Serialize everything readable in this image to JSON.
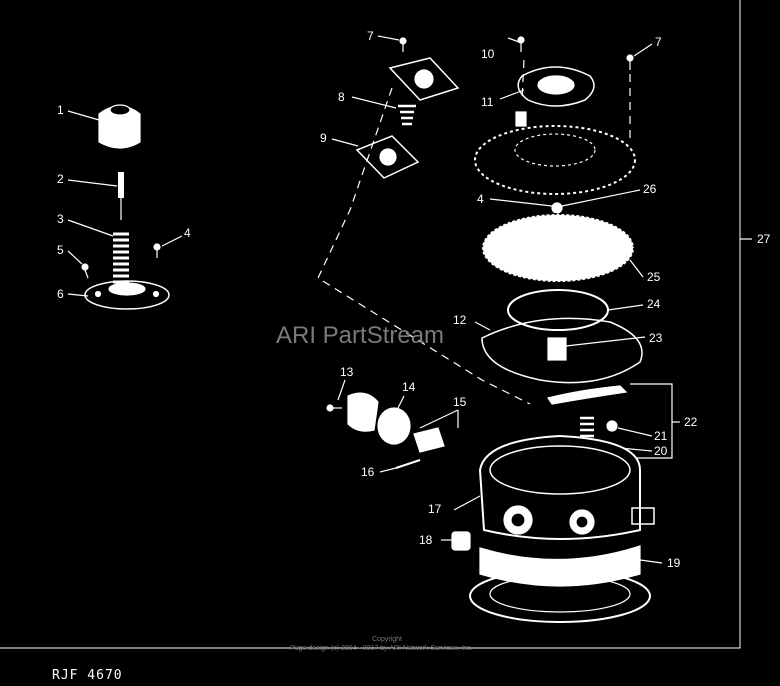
{
  "callouts": {
    "c1": "1",
    "c2": "2",
    "c3": "3",
    "c4a": "4",
    "c4b": "4",
    "c5": "5",
    "c6": "6",
    "c7a": "7",
    "c7b": "7",
    "c8": "8",
    "c9": "9",
    "c10": "10",
    "c11": "11",
    "c12": "12",
    "c13": "13",
    "c14": "14",
    "c15": "15",
    "c16": "16",
    "c17": "17",
    "c18": "18",
    "c19": "19",
    "c20": "20",
    "c21": "21",
    "c22": "22",
    "c23": "23",
    "c24": "24",
    "c25": "25",
    "c26": "26",
    "c27": "27"
  },
  "watermark": "ARI PartStream",
  "footer": {
    "copyright": "Copyright",
    "page_design": "Page design (c) 2004 - 2017 by ARI Network Services, Inc.",
    "drawing_id": "RJF 4670"
  },
  "colors": {
    "background": "#000000",
    "line": "#ffffff",
    "watermark": "#7a7a7a"
  }
}
